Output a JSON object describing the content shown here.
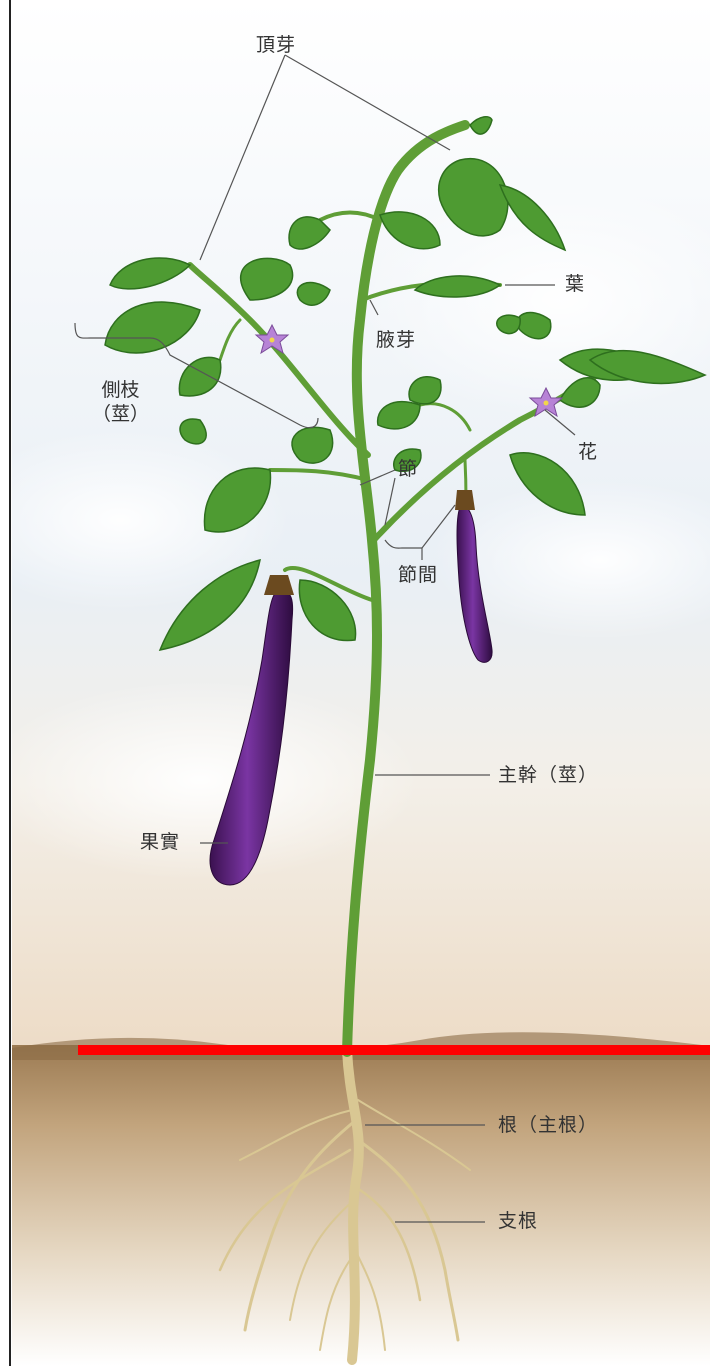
{
  "labels": {
    "apical_bud": "頂芽",
    "leaf": "葉",
    "axillary_bud": "腋芽",
    "lateral_branch": "側枝",
    "lateral_branch_note": "（莖）",
    "flower": "花",
    "node": "節",
    "internode": "節間",
    "main_stem": "主幹（莖）",
    "fruit": "果實",
    "root_main": "根（主根）",
    "branch_root": "支根"
  },
  "colors": {
    "sky_top": "#ffffff",
    "sky_bottom": "#e7eef5",
    "soil": "#b79a73",
    "soil_light": "#f4ede3",
    "leaf": "#4e9b32",
    "leaf_dark": "#2e6f1e",
    "stem": "#5f9e36",
    "fruit": "#6b2a8f",
    "fruit_dark": "#3b1150",
    "flower": "#b783d6",
    "root": "#e6d7a7",
    "ground_line": "#ff0000",
    "label_line": "#555555"
  }
}
